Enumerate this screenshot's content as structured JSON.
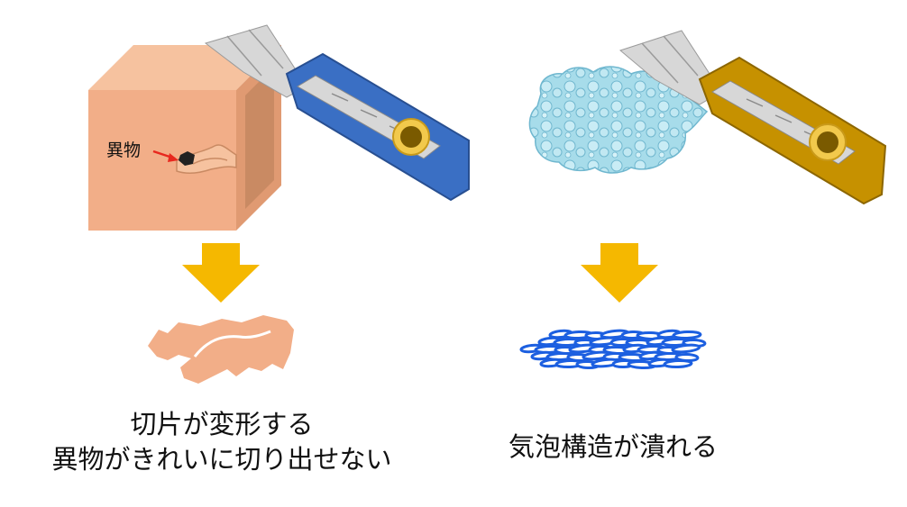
{
  "left_panel": {
    "foreign_matter_label": "異物",
    "caption_line1": "切片が変形する",
    "caption_line2": "異物がきれいに切り出せない"
  },
  "right_panel": {
    "caption": "気泡構造が潰れる"
  },
  "colors": {
    "block_front": "#f2ae88",
    "block_top": "#f6c29f",
    "block_side": "#c98a63",
    "block_inner": "#e09a72",
    "arrow": "#f5b800",
    "knife_blade": "#d7d7d7",
    "knife_handle_left": "#3a6fc4",
    "knife_handle_right": "#c69100",
    "knife_ring": "#f2c94c",
    "foam_fill": "#a7dcea",
    "foam_stroke": "#6fb7cf",
    "crushed_bubble": "#1c5fe0",
    "pointer_arrow": "#e8281e"
  }
}
